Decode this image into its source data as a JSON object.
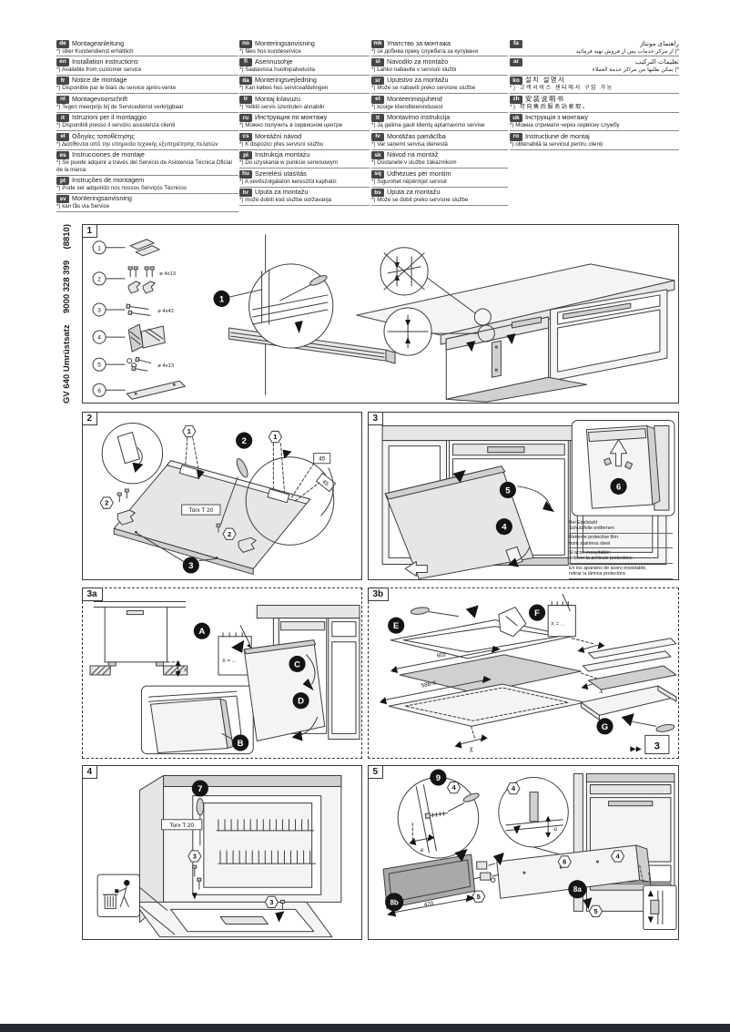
{
  "colors": {
    "ink": "#3f3f3f",
    "panel_fill": "#e6e6e6",
    "badge": "#141414",
    "bottom_bar": "#262b31"
  },
  "header": {
    "columns": [
      {
        "entries": [
          {
            "code": "de",
            "title": "Montageanleitung",
            "note": "*) über Kundendienst erhältlich"
          },
          {
            "code": "en",
            "title": "Installation instructions",
            "note": "*) Available from customer service"
          },
          {
            "code": "fr",
            "title": "Notice de montage",
            "note": "*) Disponible par le biais du service après-vente"
          },
          {
            "code": "nl",
            "title": "Montagevoorschrift",
            "note": "*) Tegen meerprijs bij de Servicedienst verkrijgbaar"
          },
          {
            "code": "it",
            "title": "Istruzioni per il montaggio",
            "note": "*) Disponibili presso il servizio assistenza clienti"
          },
          {
            "code": "el",
            "title": "Οδηγίες τοποθέτησης",
            "note": "*) Διατίθενται από την υπηρεσία τεχνικής εξυπηρέτησης πελατών"
          },
          {
            "code": "es",
            "title": "Instrucciones de montaje",
            "note": "*) Se puede adquirir a través del Servicio de Asistencia Técnica Oficial de la marca"
          },
          {
            "code": "pt",
            "title": "Instruções de montagem",
            "note": "*) Pode ser adquirido nos nossos Serviços Técnicos"
          },
          {
            "code": "sv",
            "title": "Monteringsanvisning",
            "note": "*) kan fås via Service"
          }
        ]
      },
      {
        "entries": [
          {
            "code": "no",
            "title": "Monteringsanvisning",
            "note": "*) fåes hos kundeservice"
          },
          {
            "code": "fi",
            "title": "Asennusohje",
            "note": "*) Saatavissa huoltopalvelusta"
          },
          {
            "code": "da",
            "title": "Monteringsvejledning",
            "note": "*) Kan købes hos serviceafdelingen"
          },
          {
            "code": "tr",
            "title": "Montaj kılavuzu",
            "note": "*) Yetkili servis üzerinden alınabilir"
          },
          {
            "code": "ru",
            "title": "Инструкция по монтажу",
            "note": "*) Можно получить в сервисном центре"
          },
          {
            "code": "cs",
            "title": "Montážní návod",
            "note": "*) K dispozici přes servisní službu"
          },
          {
            "code": "pl",
            "title": "Instrukcja montażu",
            "note": "*) Do uzyskania w punkcie serwisowym"
          },
          {
            "code": "hu",
            "title": "Szerelési utasítás",
            "note": "*) A vevőszolgálaton keresztül kapható:"
          },
          {
            "code": "hr",
            "title": "Uputa za montažu",
            "note": "*) može dobiti kod službe održavanja"
          }
        ]
      },
      {
        "entries": [
          {
            "code": "mk",
            "title": "Упатство за монтажа",
            "note": "*) се добива преку службата за купувачи"
          },
          {
            "code": "sl",
            "title": "Navodilo za montažo",
            "note": "*) Lahko nabavite v servisni službi"
          },
          {
            "code": "sr",
            "title": "Uputstvo za montažu",
            "note": "*) Može se nabaviti preko servisne službe"
          },
          {
            "code": "et",
            "title": "Monteerimisjuhend",
            "note": "*) küsige klienditeenindusest"
          },
          {
            "code": "lt",
            "title": "Montavimo instrukcija",
            "note": "*) Ją galima gauti klientų aptarnavimo servise"
          },
          {
            "code": "lv",
            "title": "Montāžas pamācība",
            "note": "*) Var saņemt servisa dienestā"
          },
          {
            "code": "sk",
            "title": "Návod na montáž",
            "note": "*) Dostanete v službe zákazníkom"
          },
          {
            "code": "sq",
            "title": "Udhëzues për montim",
            "note": "*) Sigurohet nëpërmjet servisit"
          },
          {
            "code": "bs",
            "title": "Uputa za montažu",
            "note": "*) Može se dobit preko servisne službe"
          }
        ]
      },
      {
        "entries": [
          {
            "code": "fa",
            "title": "راهنمای مونتاژ",
            "note": "*) از مرکز خدمات پس از فروش تهیه فرمائید"
          },
          {
            "code": "ar",
            "title": "تعليمات التركيب",
            "note": "*) يمكن طلبها من مراكز خدمة العملاء"
          },
          {
            "code": "ko",
            "title": "설치 설명서",
            "note": "*) 고객서비스 센터에서 구입 가능"
          },
          {
            "code": "zh",
            "title": "安装说明书",
            "note": "*) 可向售后服务站索取。"
          },
          {
            "code": "uk",
            "title": "Інструкція з монтажу",
            "note": "*) Можна отримати через сервісну службу"
          },
          {
            "code": "ro",
            "title": "Instrucțiune de montaj",
            "note": "*) obtenabilă la serviciul pentru clienți"
          }
        ]
      }
    ]
  },
  "sidebar": {
    "model": "GV 640 Umrüstsatz",
    "order_no": "9000 328 399",
    "rev": "(8810)"
  },
  "panels": {
    "p1": {
      "label": "1",
      "badge": "1",
      "items": [
        {
          "n": "1",
          "size": ""
        },
        {
          "n": "2",
          "size": "ø 4x13"
        },
        {
          "n": "3",
          "size": "ø 4x42"
        },
        {
          "n": "4",
          "size": ""
        },
        {
          "n": "5",
          "size": "ø 4x13"
        },
        {
          "n": "6",
          "size": ""
        }
      ]
    },
    "p2": {
      "label": "2",
      "torx": "Torx T 20",
      "b2": "2",
      "b3": "3",
      "hex1": "1",
      "hex2": "2",
      "d45": "45"
    },
    "p3": {
      "label": "3",
      "b4": "4",
      "b5": "5",
      "b6": "6",
      "notes": [
        "Bei Edelstahl\nSchutzfolie entfernen",
        "Remove protective film\nfrom stainless steel",
        "Si acier inoxydable:\nenlever la pellicule protectrice",
        "En los aparatos de acero inoxidable,\nretirar la lámina protectora"
      ]
    },
    "p3a": {
      "label": "3a",
      "bA": "A",
      "bB": "B",
      "bC": "C",
      "bD": "D",
      "note": "X = ...",
      "dimx": "x"
    },
    "p3b": {
      "label": "3b",
      "bE": "E",
      "bF": "F",
      "bG": "G",
      "note": "X = ...",
      "d602": "602",
      "d588": "588-X",
      "dimX": "X",
      "jump_arrows": "▶▶",
      "jump_target": "3"
    },
    "p4": {
      "label": "4",
      "b7": "7",
      "torx": "Torx T 20",
      "hex3": "3"
    },
    "p5": {
      "label": "5",
      "b9": "9",
      "b8a": "8a",
      "b8b": "8b",
      "hex4": "4",
      "hex5": "5",
      "hex6": "6",
      "dim_a": "a",
      "d470": "470"
    }
  }
}
